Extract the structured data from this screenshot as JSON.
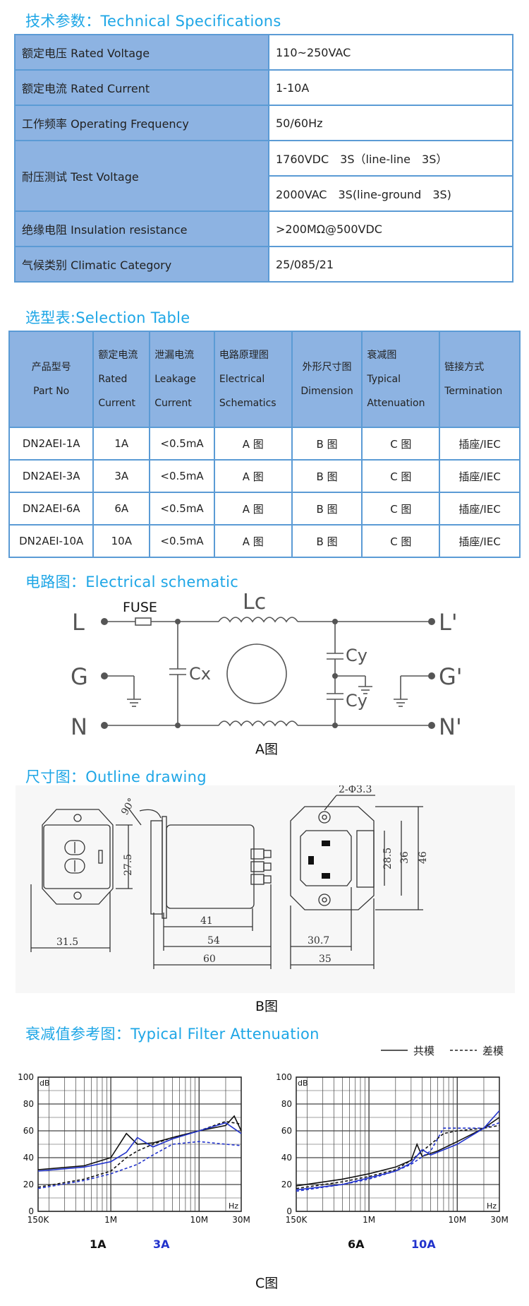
{
  "specs": {
    "title": "技术参数：Technical Specifications",
    "rows": [
      {
        "label": "额定电压 Rated Voltage",
        "value": "110~250VAC"
      },
      {
        "label": "额定电流 Rated Current",
        "value": "1-10A"
      },
      {
        "label": "工作频率 Operating Frequency",
        "value": "50/60Hz"
      },
      {
        "label": "耐压测试 Test Voltage",
        "value": "1760VDC　3S（line-line　3S）",
        "value2": "2000VAC　3S(line-ground　3S)"
      },
      {
        "label": "绝缘电阻 Insulation resistance",
        "value": ">200MΩ@500VDC"
      },
      {
        "label": "气候类别 Climatic Category",
        "value": "25/085/21"
      }
    ]
  },
  "selection": {
    "title": "选型表:Selection Table",
    "headers": [
      [
        "产品型号",
        "Part No"
      ],
      [
        "额定电流",
        "Rated",
        "Current"
      ],
      [
        "泄漏电流",
        "Leakage",
        "Current"
      ],
      [
        "电路原理图",
        "Electrical",
        "Schematics"
      ],
      [
        "外形尺寸图",
        "Dimension"
      ],
      [
        "衰减图",
        "Typical",
        "Attenuation"
      ],
      [
        "链接方式",
        "Termination"
      ]
    ],
    "rows": [
      [
        "DN2AEI-1A",
        "1A",
        "<0.5mA",
        "A 图",
        "B 图",
        "C 图",
        "插座/IEC"
      ],
      [
        "DN2AEI-3A",
        "3A",
        "<0.5mA",
        "A 图",
        "B 图",
        "C 图",
        "插座/IEC"
      ],
      [
        "DN2AEI-6A",
        "6A",
        "<0.5mA",
        "A 图",
        "B 图",
        "C 图",
        "插座/IEC"
      ],
      [
        "DN2AEI-10A",
        "10A",
        "<0.5mA",
        "A 图",
        "B 图",
        "C 图",
        "插座/IEC"
      ]
    ]
  },
  "schematic": {
    "title": "电路图：Electrical schematic",
    "labels": {
      "L": "L",
      "G": "G",
      "N": "N",
      "Lp": "L'",
      "Gp": "G'",
      "Np": "N'",
      "fuse": "FUSE",
      "lc": "Lc",
      "cx": "Cx",
      "cy1": "Cy",
      "cy2": "Cy"
    },
    "caption": "A图"
  },
  "outline": {
    "title": "尺寸图：Outline drawing",
    "dims": {
      "d90": "90°",
      "d275": "27.5",
      "d315": "31.5",
      "d41": "41",
      "d54": "54",
      "d60": "60",
      "hole": "2-Φ3.3",
      "d285": "28.5",
      "d36": "36",
      "d46": "46",
      "d307": "30.7",
      "d35": "35"
    },
    "caption": "B图"
  },
  "attenuation": {
    "title": "衰减值参考图：Typical Filter Attenuation",
    "legend": {
      "common": "共模",
      "diff": "差模"
    },
    "caption": "C图",
    "colors": {
      "black": "#111111",
      "blue": "#2233cc"
    }
  },
  "chart_data": [
    {
      "type": "line",
      "ylabel": "dB",
      "xlabel": "Hz",
      "x_scale": "log",
      "ylim": [
        0,
        100
      ],
      "y_ticks": [
        "0",
        "20",
        "40",
        "60",
        "80",
        "100"
      ],
      "x_ticks": [
        "150K",
        "1M",
        "10M",
        "30M"
      ],
      "x_tick_values": [
        0.15,
        1,
        10,
        30
      ],
      "labels": [
        "1A",
        "3A"
      ],
      "series": [
        {
          "color": "black",
          "dash": false,
          "x": [
            0.15,
            0.5,
            1,
            1.5,
            2,
            3,
            5,
            10,
            20,
            25,
            30
          ],
          "y": [
            31,
            34,
            40,
            58,
            50,
            51,
            55,
            60,
            64,
            71,
            60
          ]
        },
        {
          "color": "black",
          "dash": true,
          "x": [
            0.15,
            0.5,
            1,
            1.5,
            2,
            3,
            5,
            10,
            20,
            30
          ],
          "y": [
            18,
            24,
            30,
            40,
            45,
            50,
            55,
            60,
            67,
            65
          ]
        },
        {
          "color": "blue",
          "dash": false,
          "x": [
            0.15,
            0.5,
            1,
            1.5,
            2,
            3,
            5,
            10,
            20,
            30
          ],
          "y": [
            30,
            33,
            37,
            44,
            55,
            48,
            54,
            60,
            66,
            58
          ]
        },
        {
          "color": "blue",
          "dash": true,
          "x": [
            0.15,
            0.5,
            1,
            2,
            3,
            5,
            10,
            20,
            30
          ],
          "y": [
            17,
            23,
            28,
            35,
            42,
            50,
            52,
            50,
            49
          ]
        }
      ]
    },
    {
      "type": "line",
      "ylabel": "dB",
      "xlabel": "Hz",
      "x_scale": "log",
      "ylim": [
        0,
        100
      ],
      "y_ticks": [
        "0",
        "20",
        "40",
        "60",
        "80",
        "100"
      ],
      "x_ticks": [
        "150K",
        "1M",
        "10M",
        "30M"
      ],
      "x_tick_values": [
        0.15,
        1,
        10,
        30
      ],
      "labels": [
        "6A",
        "10A"
      ],
      "series": [
        {
          "color": "black",
          "dash": false,
          "x": [
            0.15,
            0.5,
            1,
            2,
            3,
            3.5,
            4,
            6,
            10,
            20,
            30
          ],
          "y": [
            19,
            24,
            28,
            33,
            38,
            50,
            41,
            45,
            52,
            62,
            70
          ]
        },
        {
          "color": "black",
          "dash": true,
          "x": [
            0.15,
            0.5,
            1,
            2,
            3,
            5,
            7,
            10,
            20,
            30
          ],
          "y": [
            17,
            22,
            26,
            31,
            38,
            50,
            58,
            60,
            62,
            64
          ]
        },
        {
          "color": "blue",
          "dash": false,
          "x": [
            0.15,
            0.5,
            1,
            2,
            3,
            4,
            5,
            10,
            20,
            30
          ],
          "y": [
            16,
            20,
            25,
            30,
            36,
            46,
            42,
            50,
            62,
            75
          ]
        },
        {
          "color": "blue",
          "dash": true,
          "x": [
            0.15,
            0.5,
            1,
            2,
            3,
            5,
            7,
            10,
            20,
            30
          ],
          "y": [
            15,
            20,
            24,
            30,
            35,
            45,
            62,
            62,
            62,
            66
          ]
        }
      ]
    }
  ]
}
